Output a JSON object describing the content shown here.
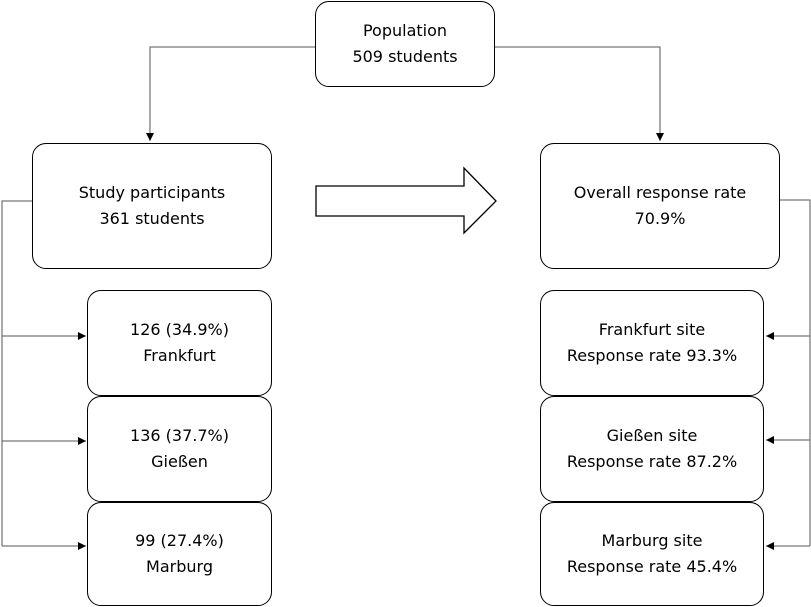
{
  "population": {
    "title": "Population",
    "count": "509 students"
  },
  "participants": {
    "title": "Study participants",
    "count": "361 students"
  },
  "overall": {
    "title": "Overall response rate",
    "value": "70.9%"
  },
  "sites": [
    {
      "count": "126 (34.9%)",
      "name": "Frankfurt",
      "site": "Frankfurt site",
      "rate": "Response rate 93.3%"
    },
    {
      "count": "136 (37.7%)",
      "name": "Gießen",
      "site": "Gießen site",
      "rate": "Response rate 87.2%"
    },
    {
      "count": "99 (27.4%)",
      "name": "Marburg",
      "site": "Marburg site",
      "rate": "Response rate 45.4%"
    }
  ]
}
